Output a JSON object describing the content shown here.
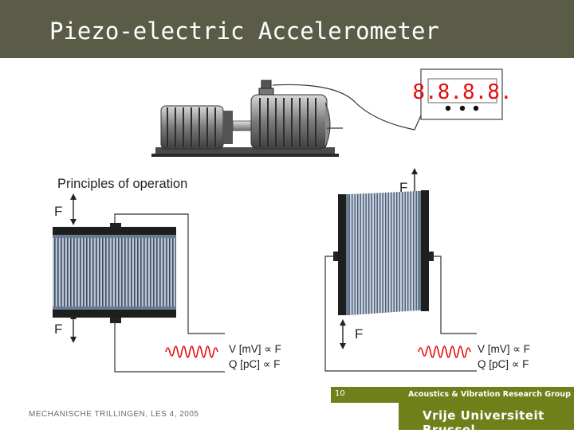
{
  "slide": {
    "title": "Piezo-electric Accelerometer",
    "page_number": "10",
    "research_group": "Acoustics & Vibration Research Group",
    "university": "Vrije Universiteit Brussel",
    "course": "MECHANISCHE TRILLINGEN, LES 4, 2005"
  },
  "diagram": {
    "display_value": "8.8.8.8.",
    "principles_label": "Principles of operation",
    "force_label": "F",
    "voltage_relation": "V [mV] ∝ F",
    "charge_relation": "Q [pC] ∝ F",
    "colors": {
      "title_bar": "#5a5c47",
      "footer_green": "#6f7f1a",
      "display_red": "#e01010",
      "signal_red": "#e01010"
    }
  }
}
